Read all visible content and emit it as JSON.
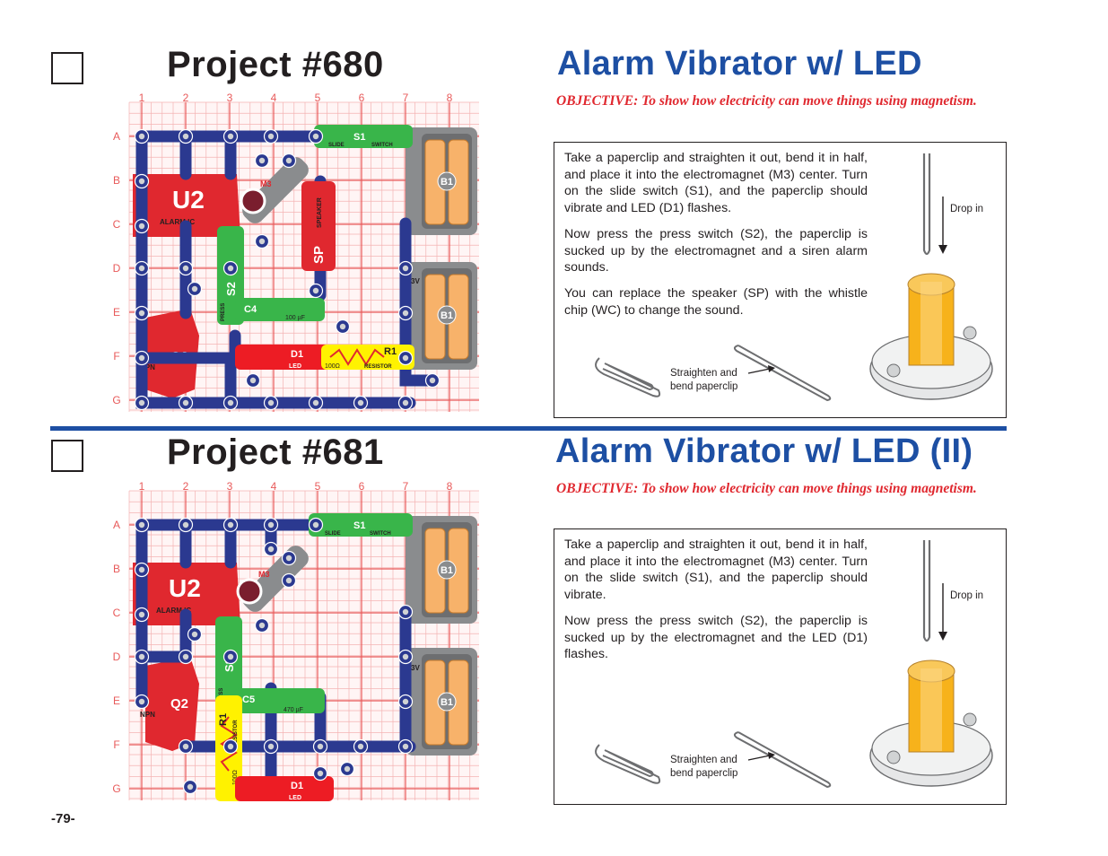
{
  "page_number": "-79-",
  "projects": [
    {
      "number_title": "Project #680",
      "title": "Alarm Vibrator w/ LED",
      "objective": "OBJECTIVE:  To show how electricity can move things using magnetism.",
      "paragraphs": [
        "Take a paperclip and straighten it out, bend it in half, and place it into the electromagnet (M3) center.  Turn on the slide switch (S1), and the paperclip should vibrate and LED (D1) flashes.",
        "Now press the press switch (S2), the paperclip is sucked up by the electromagnet and a siren alarm sounds.",
        "You can replace the speaker (SP) with the whistle chip (WC) to change the sound."
      ],
      "drop_label": "Drop in",
      "paperclip_label_1": "Straighten and",
      "paperclip_label_2": "bend paperclip"
    },
    {
      "number_title": "Project #681",
      "title": "Alarm Vibrator w/ LED (II)",
      "objective": "OBJECTIVE:  To show how electricity can move things using magnetism.",
      "paragraphs": [
        "Take a paperclip and straighten it out, bend it in half, and place it into the electromagnet (M3) center.  Turn on the slide switch (S1), and the paperclip should vibrate.",
        "Now press the press switch (S2), the paperclip is sucked up by the electromagnet and the LED (D1) flashes."
      ],
      "drop_label": "Drop in",
      "paperclip_label_1": "Straighten and",
      "paperclip_label_2": "bend paperclip"
    }
  ],
  "grid": {
    "columns": [
      "1",
      "2",
      "3",
      "4",
      "5",
      "6",
      "7",
      "8"
    ],
    "rows": [
      "A",
      "B",
      "C",
      "D",
      "E",
      "F",
      "G"
    ]
  },
  "circuit_labels": {
    "u2": "U2",
    "alarm_ic": "ALARM IC",
    "q2": "Q2",
    "npn": "NPN",
    "s1": "S1",
    "slide": "SLIDE",
    "switch": "SWITCH",
    "s2": "S2",
    "press": "PRESS",
    "b1": "B1",
    "v3": "3V",
    "c4": "C4",
    "c4_value": "100 µF",
    "c5": "C5",
    "c5_value": "470 µF",
    "d1": "D1",
    "led": "LED",
    "r1": "R1",
    "resistor": "RESISTOR",
    "r1_value": "100Ω",
    "sp": "SP",
    "speaker": "SPEAKER",
    "m3": "M3"
  },
  "colors": {
    "title_blue": "#1d4fa3",
    "objective_red": "#e0282f",
    "wire_blue": "#2b3990",
    "grid_red": "#e85a5a",
    "ic_red": "#e0282f",
    "switch_green": "#39b54a",
    "battery_gray": "#8a8c8e",
    "led_red": "#ed1c24",
    "resistor_yellow": "#fff200",
    "magnet_yellow": "#f7b21b"
  }
}
